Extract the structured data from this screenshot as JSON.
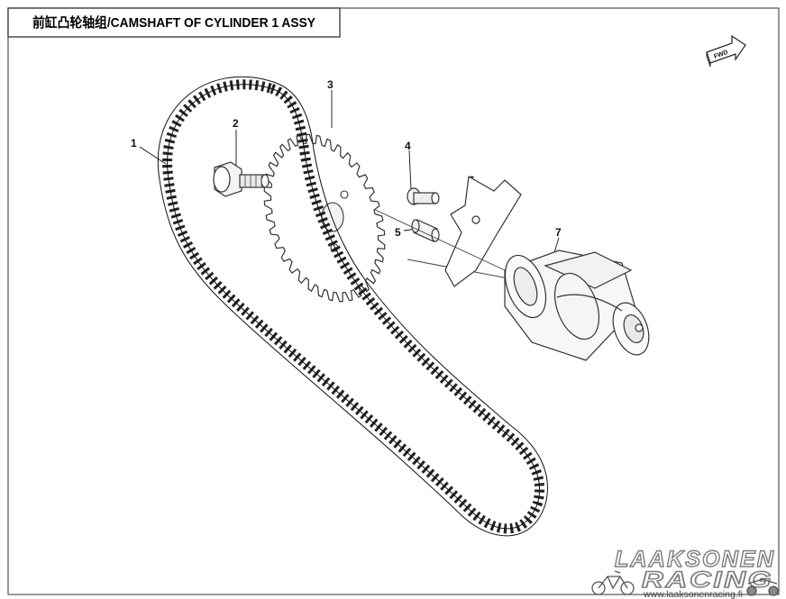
{
  "title": "前缸凸轮轴组/CAMSHAFT OF CYLINDER 1 ASSY",
  "fwd_label": "FWD",
  "callouts": [
    "1",
    "2",
    "3",
    "4",
    "5",
    "6",
    "7"
  ],
  "watermark": {
    "line1": "LAAKSONEN",
    "line2": "RACING",
    "url": "www.laaksonenracing.fi"
  }
}
